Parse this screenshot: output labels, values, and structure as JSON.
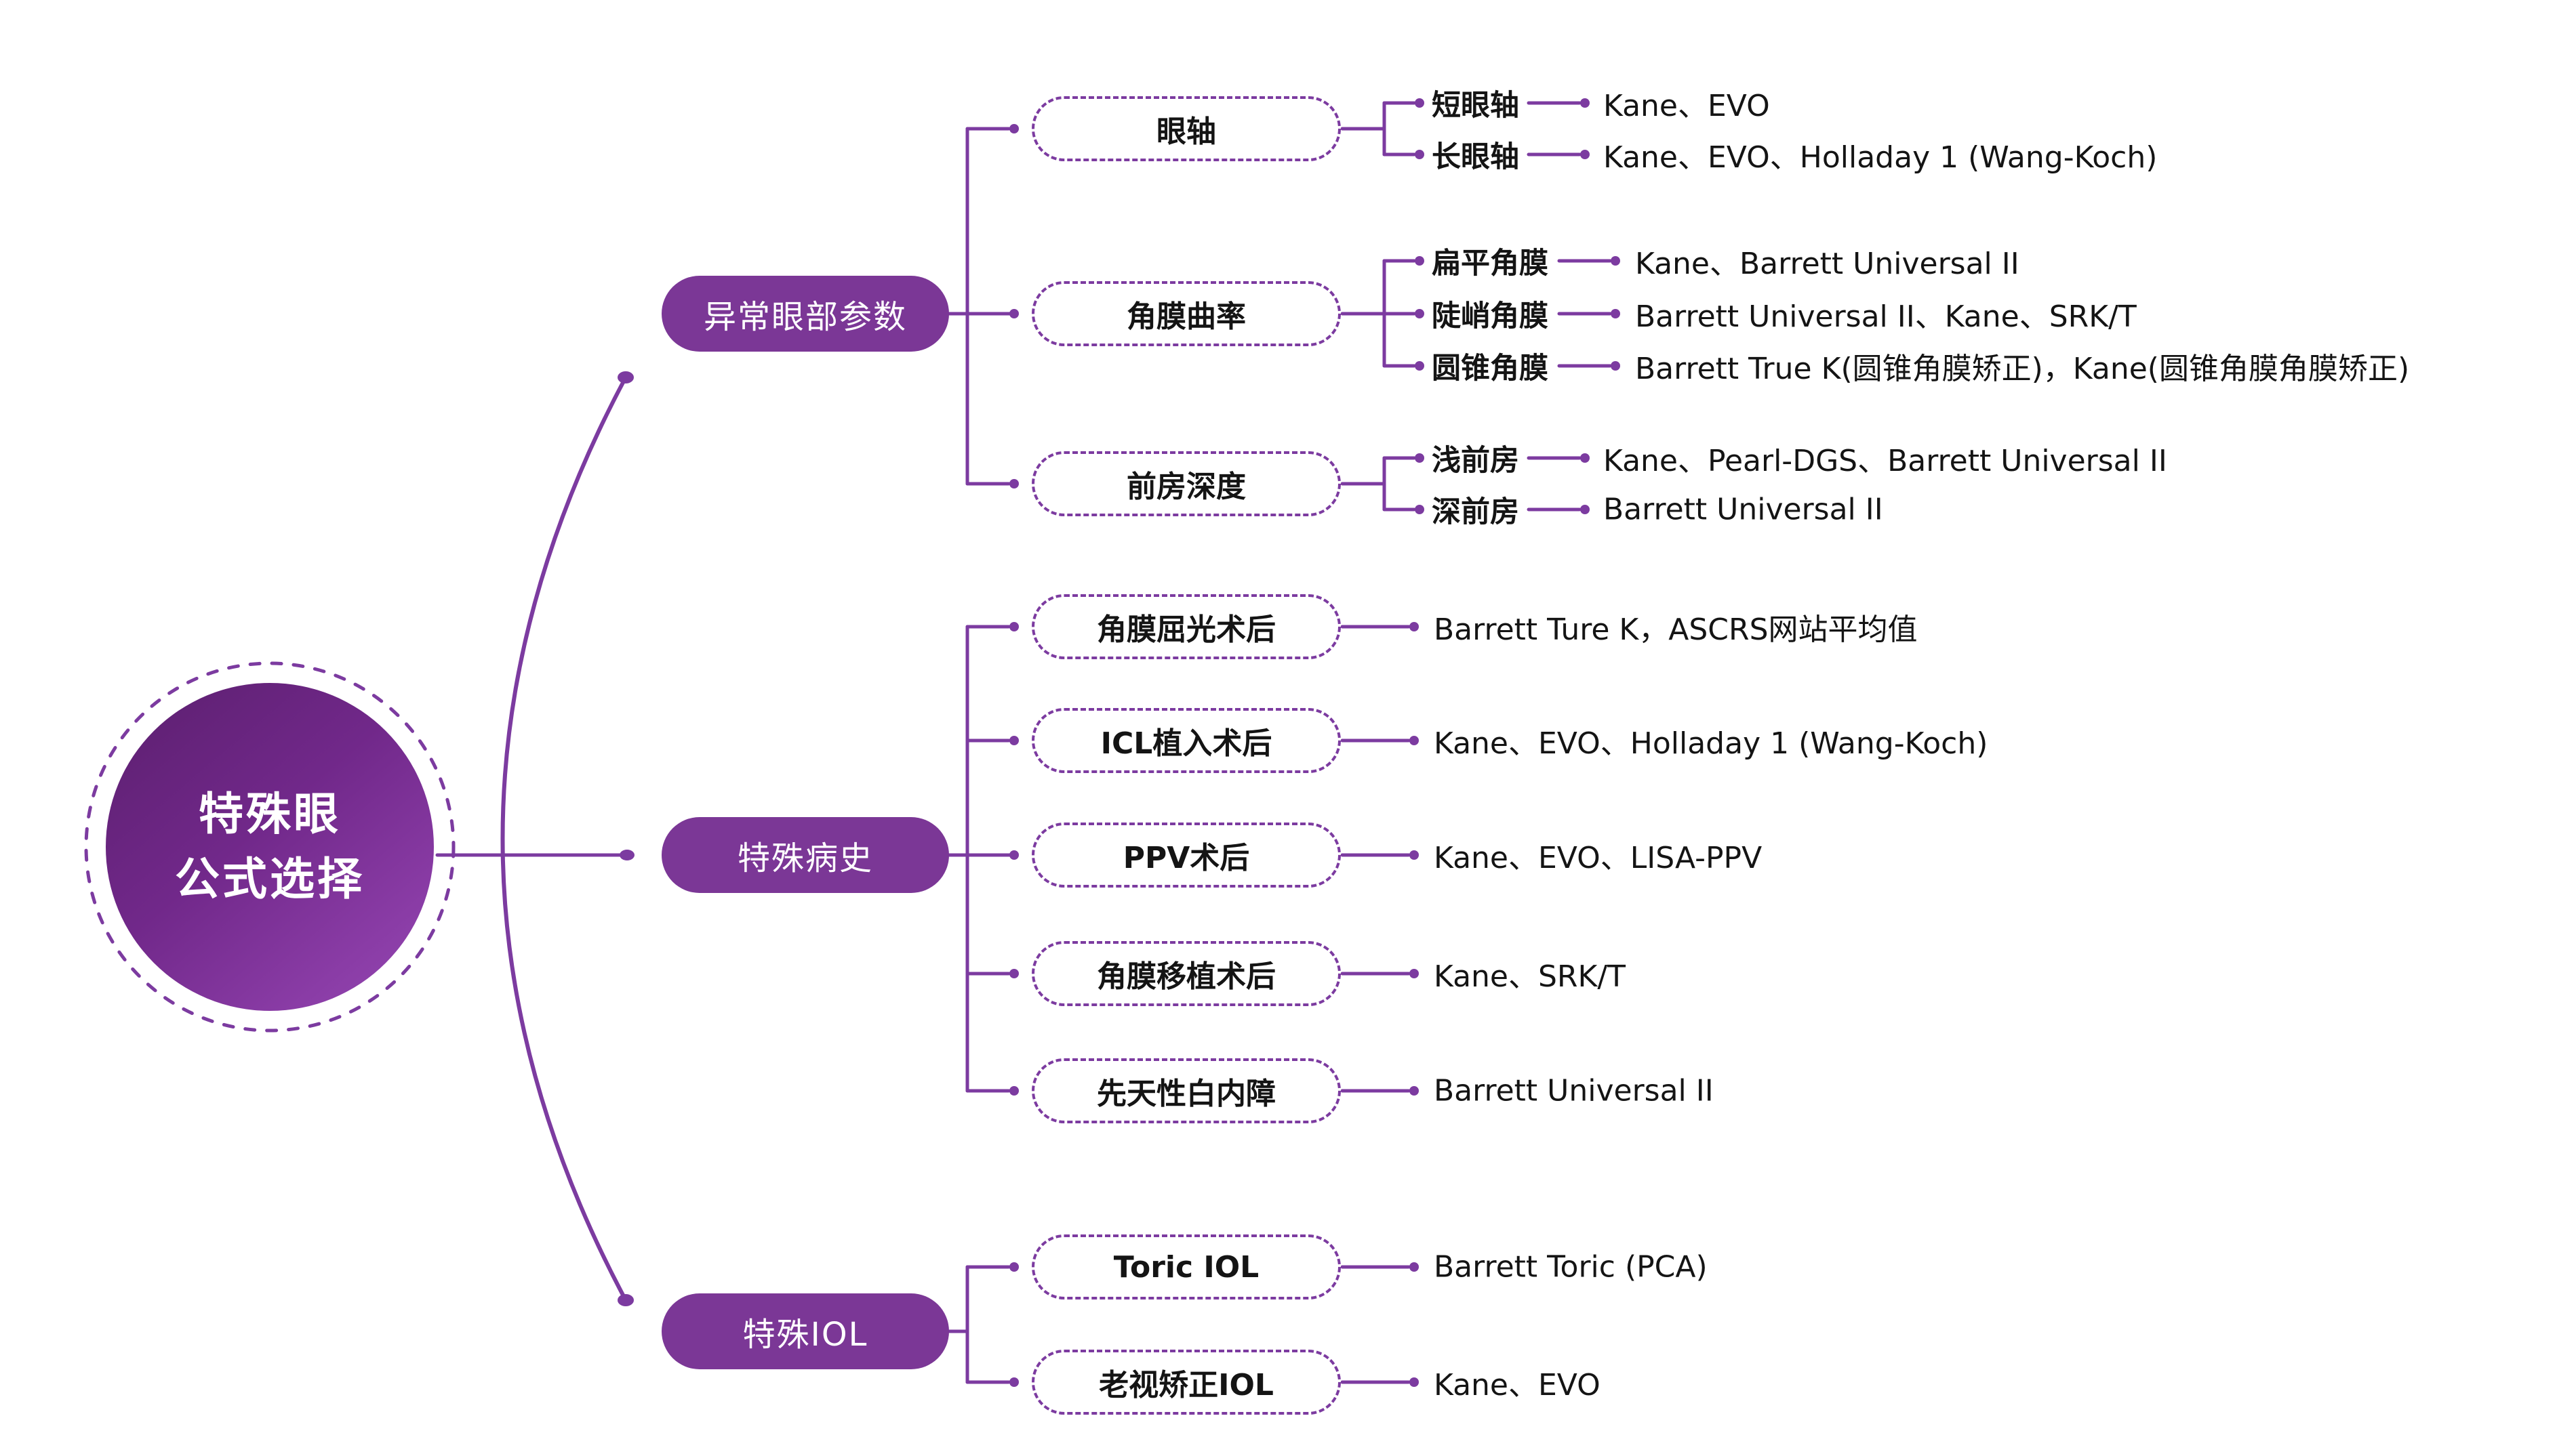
{
  "colors": {
    "node_purple": "#7B3796",
    "line_purple": "#7C3BA0",
    "text_black": "#141414",
    "circle_gradient_start": "#5B1F6E",
    "circle_gradient_end": "#9549B3"
  },
  "tree": {
    "root": {
      "line1": "特殊眼",
      "line2": "公式选择"
    },
    "branches": [
      {
        "label": "异常眼部参数",
        "children": [
          {
            "label": "眼轴",
            "children": [
              {
                "label": "短眼轴",
                "formula": "Kane、EVO"
              },
              {
                "label": "长眼轴",
                "formula": "Kane、EVO、Holladay 1 (Wang-Koch)"
              }
            ]
          },
          {
            "label": "角膜曲率",
            "children": [
              {
                "label": "扁平角膜",
                "formula": "Kane、Barrett Universal II"
              },
              {
                "label": "陡峭角膜",
                "formula": "Barrett Universal II、Kane、SRK/T"
              },
              {
                "label": "圆锥角膜",
                "formula": "Barrett True K(圆锥角膜矫正)，Kane(圆锥角膜角膜矫正)"
              }
            ]
          },
          {
            "label": "前房深度",
            "children": [
              {
                "label": "浅前房",
                "formula": "Kane、Pearl-DGS、Barrett Universal II"
              },
              {
                "label": "深前房",
                "formula": "Barrett Universal II"
              }
            ]
          }
        ]
      },
      {
        "label": "特殊病史",
        "children": [
          {
            "label": "角膜屈光术后",
            "formula": "Barrett Ture K，ASCRS网站平均值"
          },
          {
            "label": "ICL植入术后",
            "formula": "Kane、EVO、Holladay 1 (Wang-Koch)"
          },
          {
            "label": "PPV术后",
            "formula": "Kane、EVO、LISA-PPV"
          },
          {
            "label": "角膜移植术后",
            "formula": "Kane、SRK/T"
          },
          {
            "label": "先天性白内障",
            "formula": "Barrett Universal II"
          }
        ]
      },
      {
        "label": "特殊IOL",
        "children": [
          {
            "label": "Toric IOL",
            "formula": "Barrett Toric (PCA)"
          },
          {
            "label": "老视矫正IOL",
            "formula": "Kane、EVO"
          }
        ]
      }
    ]
  }
}
